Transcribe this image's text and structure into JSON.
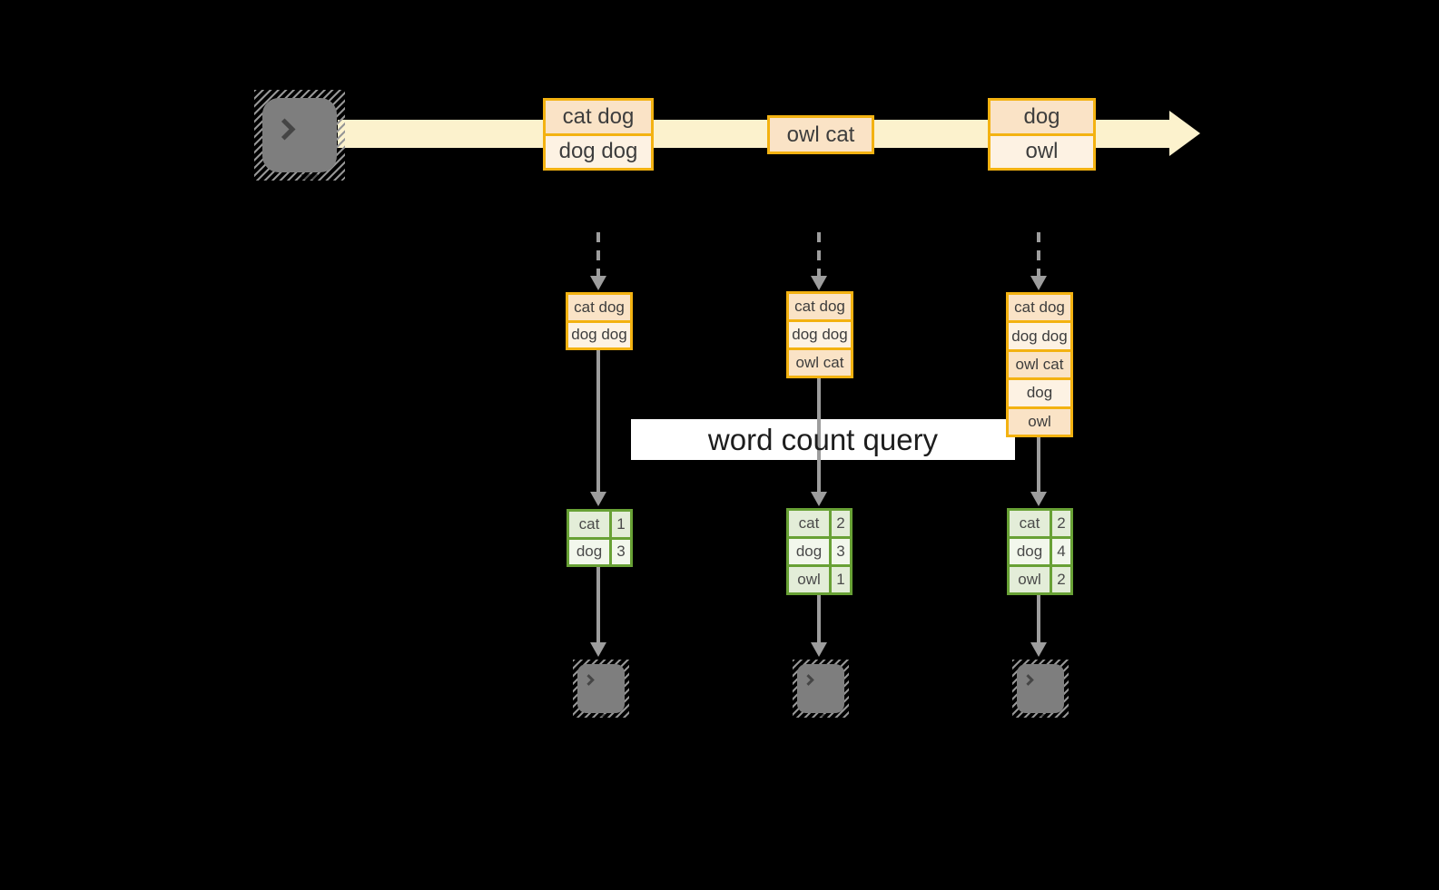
{
  "background": "#000000",
  "palette": {
    "stream_band": "#fcf2cd",
    "record_border": "#f3b211",
    "record_fill_dark": "#fae3c6",
    "record_fill_light": "#fdf2e3",
    "table_border": "#68a135",
    "table_fill_dark": "#e3edd8",
    "table_fill_light": "#f2f7ec",
    "arrow_gray": "#9d9d9d",
    "terminal_gray": "#7e7e7e"
  },
  "icons": {
    "source": "terminal-icon",
    "consumer": "terminal-icon"
  },
  "query_label": "word count query",
  "stream_records": [
    {
      "lines": [
        "cat dog",
        "dog dog"
      ]
    },
    {
      "lines": [
        "owl cat"
      ]
    },
    {
      "lines": [
        "dog",
        "owl"
      ]
    }
  ],
  "columns": [
    {
      "topic_rows": [
        "cat dog",
        "dog dog"
      ],
      "counts": [
        [
          "cat",
          "1"
        ],
        [
          "dog",
          "3"
        ]
      ]
    },
    {
      "topic_rows": [
        "cat dog",
        "dog dog",
        "owl cat"
      ],
      "counts": [
        [
          "cat",
          "2"
        ],
        [
          "dog",
          "3"
        ],
        [
          "owl",
          "1"
        ]
      ]
    },
    {
      "topic_rows": [
        "cat dog",
        "dog dog",
        "owl cat",
        "dog",
        "owl"
      ],
      "counts": [
        [
          "cat",
          "2"
        ],
        [
          "dog",
          "4"
        ],
        [
          "owl",
          "2"
        ]
      ]
    }
  ]
}
